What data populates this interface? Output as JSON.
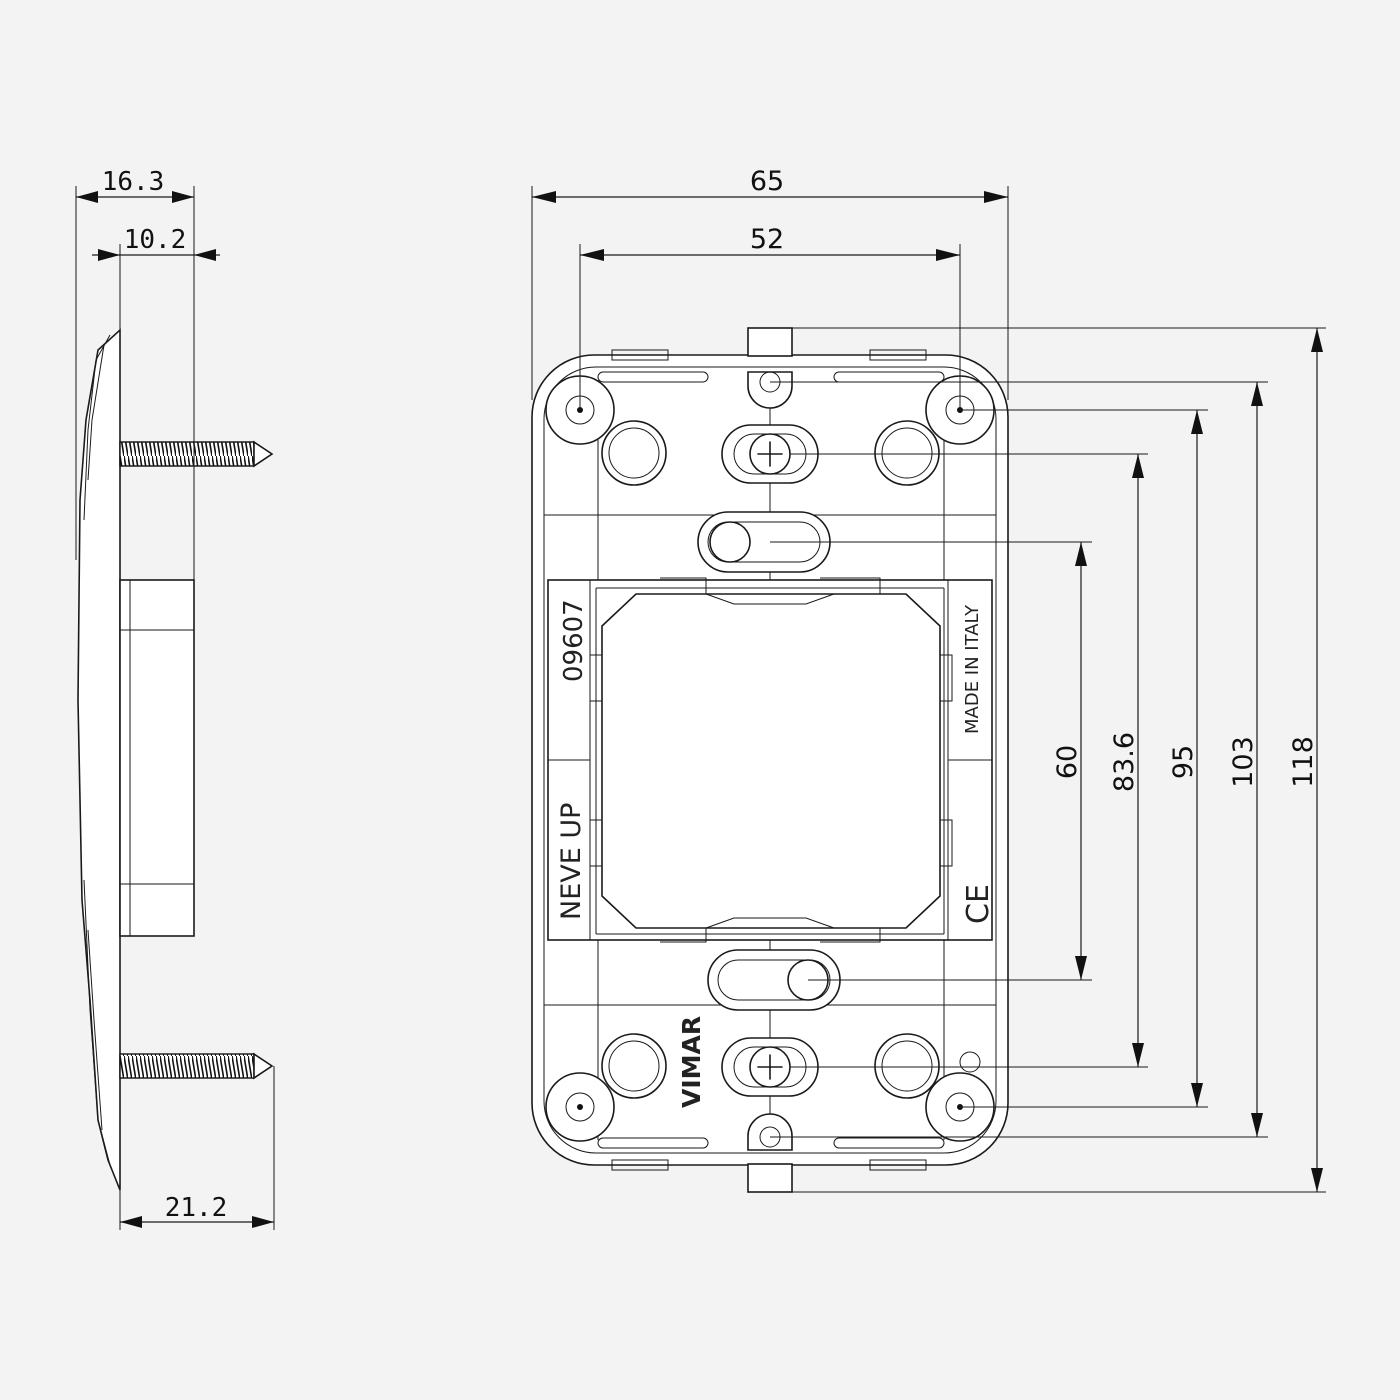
{
  "side_view": {
    "dim_overall_depth": "16.3",
    "dim_plate_depth": "10.2",
    "dim_screw_length": "21.2"
  },
  "front_view": {
    "dim_overall_width": "65",
    "dim_hole_spacing": "52",
    "dim_slot_spacing": "60",
    "dim_screw_spacing": "83.6",
    "dim_corner_holes": "95",
    "dim_top_holes": "103",
    "dim_overall_height": "118",
    "mark_code": "09607",
    "mark_series": "NEVE UP",
    "mark_brand": "VIMAR",
    "mark_origin": "MADE IN ITALY",
    "mark_ce": "CE"
  }
}
